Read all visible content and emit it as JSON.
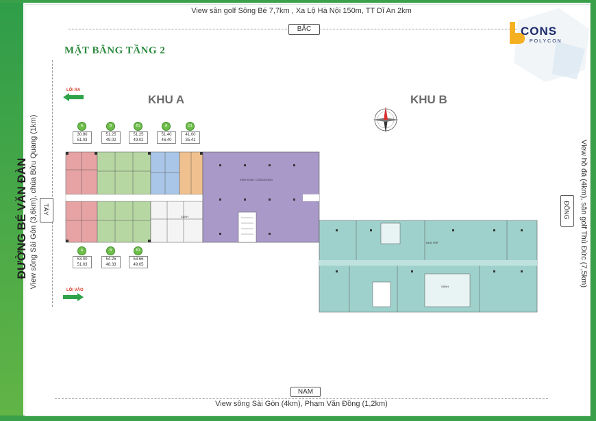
{
  "header": {
    "top_view": "View sân golf Sông Bé 7,7km , Xa Lộ Hà Nội 150m, TT Dĩ An 2km",
    "bottom_view": "View sông Sài Gòn (4km), Phạm Văn Đồng (1,2km)",
    "left_view": "View sông Sài Gòn (3,6km), chùa Bửu Quang (1km)",
    "right_view": "View hồ đá (4km), sân golf Thủ Đức (7,5km)"
  },
  "title": "MẶT BẰNG TẦNG 2",
  "directions": {
    "north": "BẮC",
    "south": "NAM",
    "west": "TÂY",
    "east": "ĐÔNG"
  },
  "road": "ĐƯỜNG BÉ VĂN ĐÀN",
  "zones": {
    "a": "KHU A",
    "b": "KHU B"
  },
  "exits": {
    "out": "LỐI RA",
    "in": "LỐI VÀO"
  },
  "logo": {
    "main": "CONS",
    "sub": "POLYCON"
  },
  "rooms": {
    "community": "SINH HOẠT CỘNG ĐỒNG",
    "kindergarten": "NHÀ TRẺ",
    "wc1": "SẢNH",
    "wc2": "SẢNH"
  },
  "units_top": [
    {
      "code": "A",
      "line1": "30.90",
      "line2": "51.03"
    },
    {
      "code": "B",
      "line1": "51.25",
      "line2": "49.02"
    },
    {
      "code": "B1",
      "line1": "51.25",
      "line2": "49.02"
    },
    {
      "code": "A",
      "line1": "51.40",
      "line2": "46.40"
    },
    {
      "code": "D1",
      "line1": "41.00",
      "line2": "35.41"
    }
  ],
  "units_bottom": [
    {
      "code": "A",
      "line1": "53.00",
      "line2": "51.03"
    },
    {
      "code": "B",
      "line1": "54.25",
      "line2": "48.33"
    },
    {
      "code": "B1",
      "line1": "53.66",
      "line2": "49.05"
    }
  ],
  "colors": {
    "frame": "#3aa14a",
    "unit_pink": "#e7a3a3",
    "unit_green": "#b6d7a2",
    "unit_blue": "#a9c6e8",
    "unit_orange": "#f0c08f",
    "community": "#a899c9",
    "kindergarten": "#9fd1cc",
    "arrow": "#2ea34a"
  }
}
